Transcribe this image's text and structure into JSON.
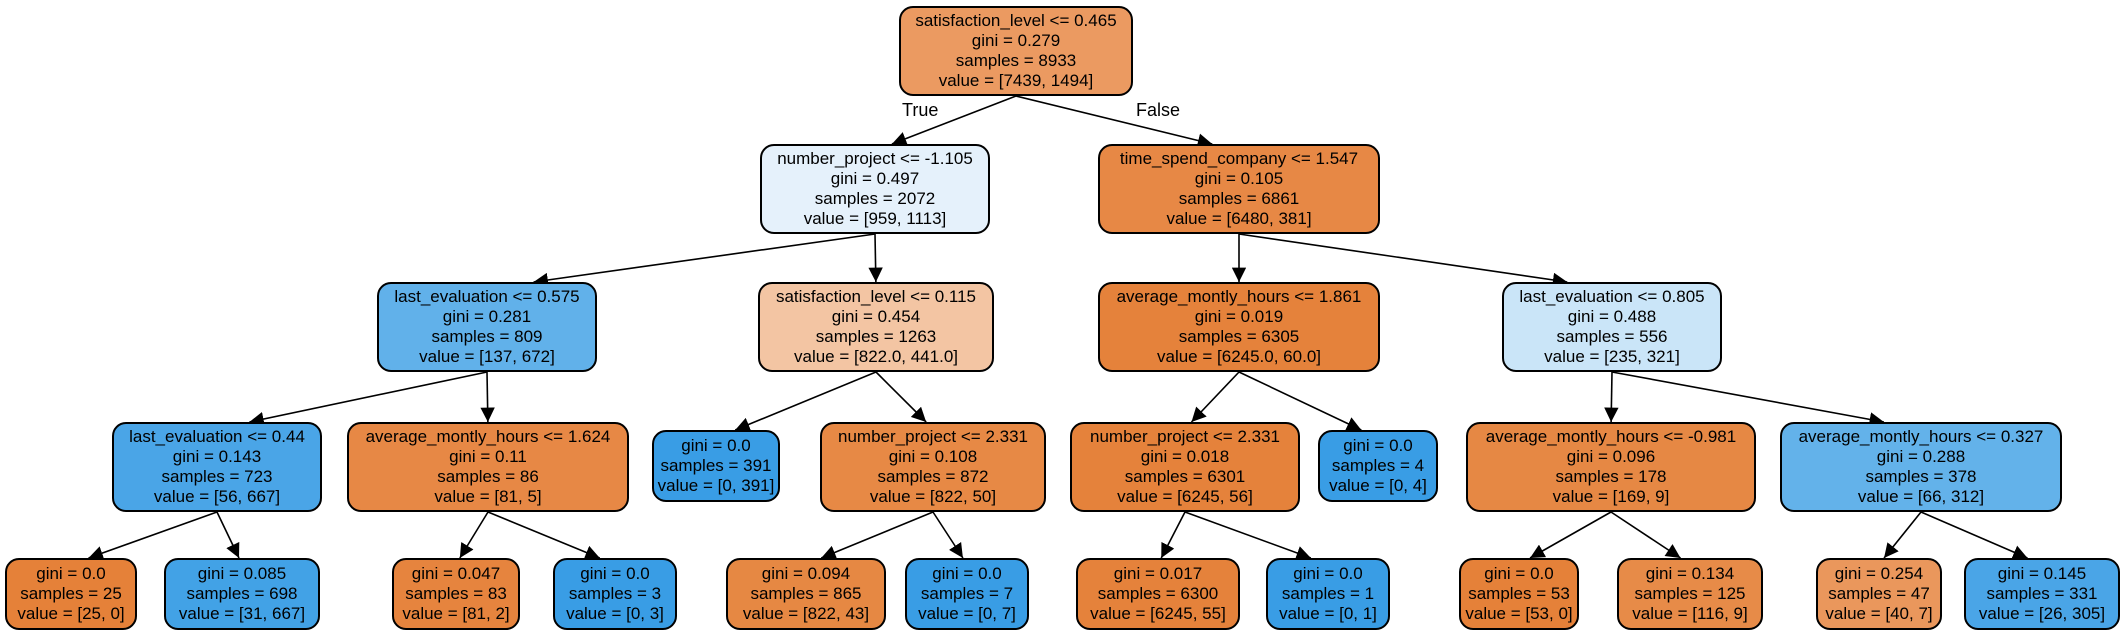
{
  "edge_labels": {
    "true_label": "True",
    "false_label": "False"
  },
  "nodes": {
    "n0": {
      "lines": [
        "satisfaction_level <= 0.465",
        "gini = 0.279",
        "samples = 8933",
        "value = [7439, 1494]"
      ],
      "fill": "#eb9a61"
    },
    "n1": {
      "lines": [
        "number_project <= -1.105",
        "gini = 0.497",
        "samples = 2072",
        "value = [959, 1113]"
      ],
      "fill": "#e5f1fb"
    },
    "n2": {
      "lines": [
        "last_evaluation <= 0.575",
        "gini = 0.281",
        "samples = 809",
        "value = [137, 672]"
      ],
      "fill": "#61b1ea"
    },
    "n3": {
      "lines": [
        "last_evaluation <= 0.44",
        "gini = 0.143",
        "samples = 723",
        "value = [56, 667]"
      ],
      "fill": "#4aa5e7"
    },
    "n4": {
      "lines": [
        "gini = 0.0",
        "samples = 25",
        "value = [25, 0]"
      ],
      "fill": "#e58139"
    },
    "n5": {
      "lines": [
        "gini = 0.085",
        "samples = 698",
        "value = [31, 667]"
      ],
      "fill": "#42a2e6"
    },
    "n6": {
      "lines": [
        "average_montly_hours <= 1.624",
        "gini = 0.11",
        "samples = 86",
        "value = [81, 5]"
      ],
      "fill": "#e78845"
    },
    "n7": {
      "lines": [
        "gini = 0.047",
        "samples = 83",
        "value = [81, 2]"
      ],
      "fill": "#e6843e"
    },
    "n8": {
      "lines": [
        "gini = 0.0",
        "samples = 3",
        "value = [0, 3]"
      ],
      "fill": "#399de5"
    },
    "n9": {
      "lines": [
        "satisfaction_level <= 0.115",
        "gini = 0.454",
        "samples = 1263",
        "value = [822.0, 441.0]"
      ],
      "fill": "#f3c5a3"
    },
    "n10": {
      "lines": [
        "gini = 0.0",
        "samples = 391",
        "value = [0, 391]"
      ],
      "fill": "#399de5"
    },
    "n11": {
      "lines": [
        "number_project <= 2.331",
        "gini = 0.108",
        "samples = 872",
        "value = [822, 50]"
      ],
      "fill": "#e78945"
    },
    "n12": {
      "lines": [
        "gini = 0.094",
        "samples = 865",
        "value = [822, 43]"
      ],
      "fill": "#e68843"
    },
    "n13": {
      "lines": [
        "gini = 0.0",
        "samples = 7",
        "value = [0, 7]"
      ],
      "fill": "#399de5"
    },
    "n14": {
      "lines": [
        "time_spend_company <= 1.547",
        "gini = 0.105",
        "samples = 6861",
        "value = [6480, 381]"
      ],
      "fill": "#e78845"
    },
    "n15": {
      "lines": [
        "average_montly_hours <= 1.861",
        "gini = 0.019",
        "samples = 6305",
        "value = [6245.0, 60.0]"
      ],
      "fill": "#e5823b"
    },
    "n16": {
      "lines": [
        "number_project <= 2.331",
        "gini = 0.018",
        "samples = 6301",
        "value = [6245, 56]"
      ],
      "fill": "#e5823b"
    },
    "n17": {
      "lines": [
        "gini = 0.017",
        "samples = 6300",
        "value = [6245, 55]"
      ],
      "fill": "#e5823b"
    },
    "n18": {
      "lines": [
        "gini = 0.0",
        "samples = 1",
        "value = [0, 1]"
      ],
      "fill": "#399de5"
    },
    "n19": {
      "lines": [
        "gini = 0.0",
        "samples = 4",
        "value = [0, 4]"
      ],
      "fill": "#399de5"
    },
    "n20": {
      "lines": [
        "last_evaluation <= 0.805",
        "gini = 0.488",
        "samples = 556",
        "value = [235, 321]"
      ],
      "fill": "#cae5f8"
    },
    "n21": {
      "lines": [
        "average_montly_hours <= -0.981",
        "gini = 0.096",
        "samples = 178",
        "value = [169, 9]"
      ],
      "fill": "#e68844"
    },
    "n22": {
      "lines": [
        "gini = 0.0",
        "samples = 53",
        "value = [53, 0]"
      ],
      "fill": "#e58139"
    },
    "n23": {
      "lines": [
        "gini = 0.134",
        "samples = 125",
        "value = [116, 9]"
      ],
      "fill": "#e78b48"
    },
    "n24": {
      "lines": [
        "average_montly_hours <= 0.327",
        "gini = 0.288",
        "samples = 378",
        "value = [66, 312]"
      ],
      "fill": "#63b2ea"
    },
    "n25": {
      "lines": [
        "gini = 0.254",
        "samples = 47",
        "value = [40, 7]"
      ],
      "fill": "#ea975c"
    },
    "n26": {
      "lines": [
        "gini = 0.145",
        "samples = 331",
        "value = [26, 305]"
      ],
      "fill": "#4aa5e7"
    }
  }
}
